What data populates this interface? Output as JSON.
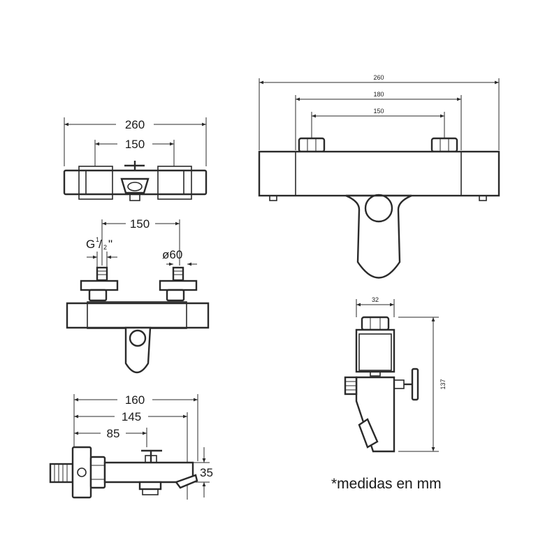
{
  "top_view": {
    "dims": {
      "overall": "260",
      "inlets": "150"
    }
  },
  "rear_view": {
    "dims": {
      "spacing": "150",
      "thread": "G",
      "thread_frac_num": "1",
      "thread_frac_den": "2",
      "thread_inch": "\"",
      "diameter": "ø60"
    }
  },
  "side_view": {
    "dims": {
      "d160": "160",
      "d145": "145",
      "d85": "85",
      "d35": "35"
    }
  },
  "front_view": {
    "dims": {
      "overall": "260",
      "mid": "180",
      "inner": "150"
    }
  },
  "end_view": {
    "dims": {
      "width": "32",
      "height": "137"
    }
  },
  "note": {
    "text": "*medidas en mm"
  }
}
